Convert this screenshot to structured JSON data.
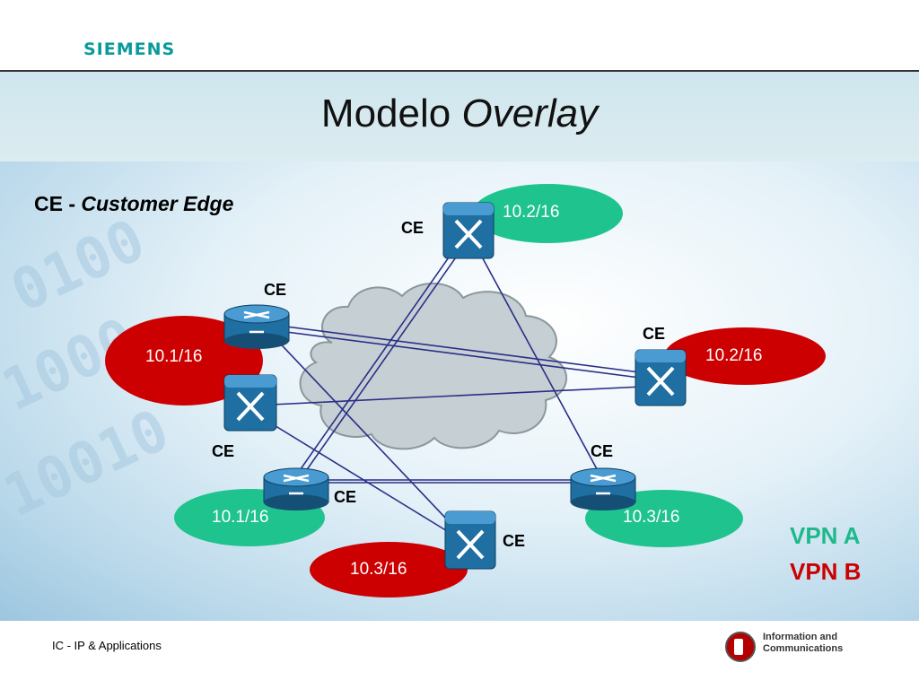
{
  "header": {
    "brand": "SIEMENS",
    "title_main": "Modelo",
    "title_italic": "Overlay"
  },
  "heading": {
    "prefix": "CE -",
    "italic": "Customer Edge"
  },
  "ce_labels": [
    "CE",
    "CE",
    "CE",
    "CE",
    "CE",
    "CE",
    "CE"
  ],
  "subnets": [
    "10.2/16",
    "10.1/16",
    "10.2/16",
    "10.1/16",
    "10.3/16",
    "10.3/16"
  ],
  "legend": {
    "vpn_a": "VPN A",
    "vpn_b": "VPN B"
  },
  "colors": {
    "vpn_a": "#1ec38d",
    "vpn_b": "#cc0000",
    "router": "#1f6fa3"
  },
  "footer": {
    "left": "IC - IP & Applications",
    "right_line1": "Information and",
    "right_line2": "Communications"
  }
}
